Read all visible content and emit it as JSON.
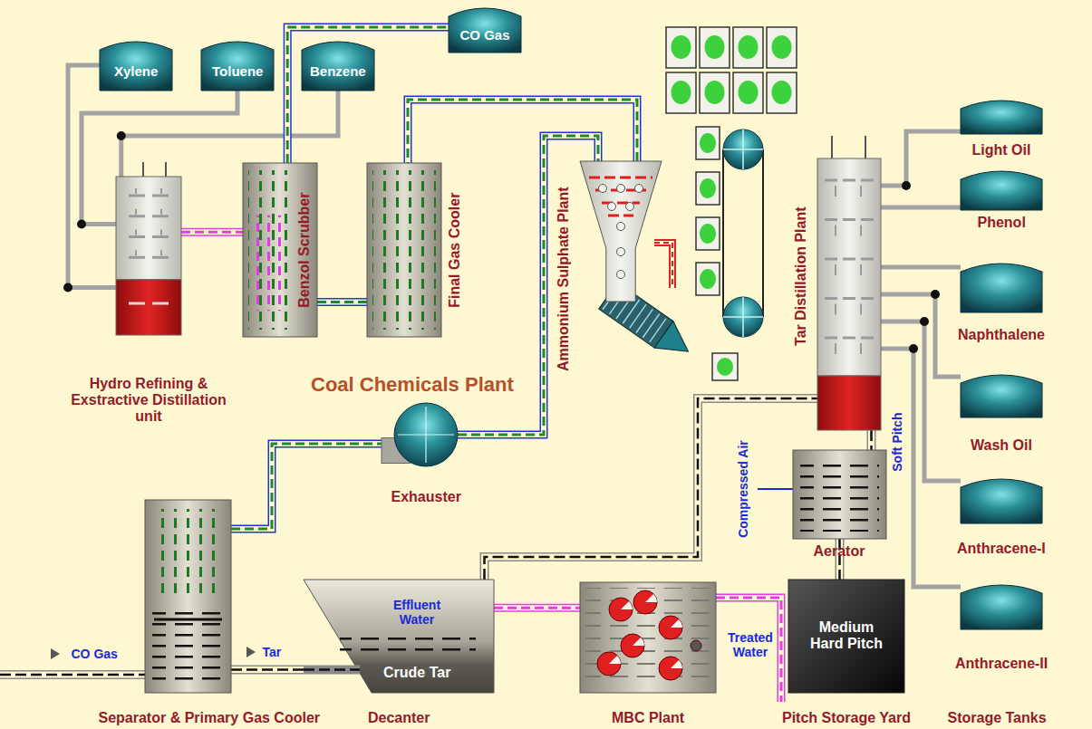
{
  "diagram": {
    "title": "Coal Chemicals Plant",
    "nodes": [
      {
        "text": [
          "Xylene"
        ]
      },
      {
        "text": [
          "Toluene"
        ]
      },
      {
        "text": [
          "Benzene"
        ]
      },
      {
        "text": [
          "CO Gas"
        ]
      },
      {
        "text": [
          "Hydro Refining & Exstractive Distillation unit"
        ]
      },
      {
        "text": [
          "Benzol Scrubber"
        ]
      },
      {
        "text": [
          "Final Gas Cooler"
        ]
      },
      {
        "text": [
          "Ammonium Sulphate Plant"
        ]
      },
      {
        "text": [
          "Tar Distillation Plant"
        ]
      },
      {
        "text": [
          "Light Oil"
        ]
      },
      {
        "text": [
          "Phenol"
        ]
      },
      {
        "text": [
          "Naphthalene"
        ]
      },
      {
        "text": [
          "Wash Oil"
        ]
      },
      {
        "text": [
          "Exhauster"
        ]
      },
      {
        "text": [
          "Aerator"
        ]
      },
      {
        "text": [
          "Anthracene-I"
        ]
      },
      {
        "text": [
          "Separator & Primary Gas Cooler"
        ]
      },
      {
        "text": [
          "Effluent Water",
          "Crude Tar",
          "Decanter"
        ]
      },
      {
        "text": [
          "MBC Plant"
        ]
      },
      {
        "text": [
          "Medium Hard Pitch",
          "Pitch Storage Yard"
        ]
      },
      {
        "text": [
          "Anthracene-II"
        ]
      }
    ],
    "edges": [
      {
        "from": 4,
        "to": 0,
        "arrow": "none"
      },
      {
        "from": 4,
        "to": 1,
        "arrow": "none"
      },
      {
        "from": 4,
        "to": 2,
        "arrow": "none"
      },
      {
        "from": 5,
        "to": 3,
        "arrow": "none"
      },
      {
        "from": 4,
        "to": 5,
        "arrow": "none"
      },
      {
        "from": 6,
        "to": 5,
        "arrow": "none"
      },
      {
        "from": 7,
        "to": 6,
        "arrow": "none"
      },
      {
        "from": 13,
        "to": 7,
        "arrow": "none"
      },
      {
        "from": 16,
        "to": 13,
        "arrow": "none"
      },
      {
        "from": 16,
        "to": 17,
        "arrow": "none"
      },
      {
        "from": 17,
        "to": 8,
        "arrow": "none"
      },
      {
        "from": 17,
        "to": 18,
        "arrow": "none"
      },
      {
        "from": 8,
        "to": 14,
        "label": "Soft Pitch",
        "arrow": "none"
      },
      {
        "from": 14,
        "to": 19,
        "arrow": "none"
      },
      {
        "from": 8,
        "to": 9,
        "arrow": "none"
      },
      {
        "from": 8,
        "to": 10,
        "arrow": "none"
      },
      {
        "from": 8,
        "to": 11,
        "arrow": "none"
      },
      {
        "from": 8,
        "to": 12,
        "arrow": "none"
      },
      {
        "from": 8,
        "to": 15,
        "arrow": "none"
      },
      {
        "from": 8,
        "to": 20,
        "arrow": "none"
      }
    ],
    "labels": [
      "CO Gas",
      "Tar",
      "Compressed Air",
      "Treated Water",
      "Storage Tanks"
    ]
  }
}
